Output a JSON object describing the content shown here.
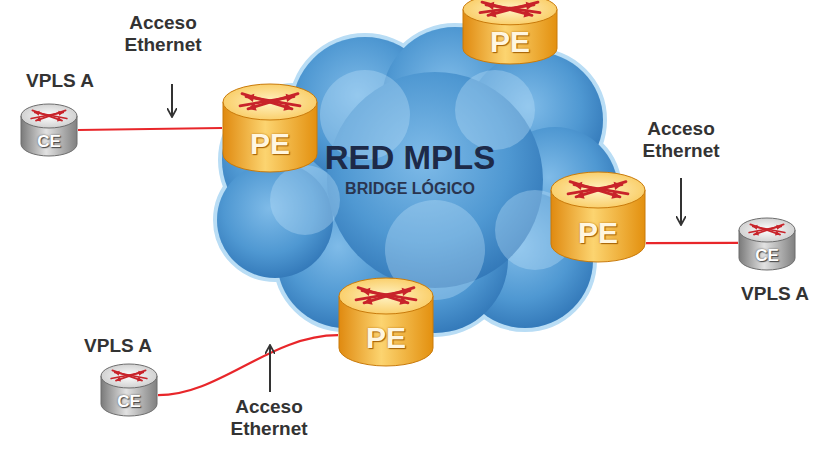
{
  "diagram": {
    "nodes": [
      {
        "text": [
          "RED MPLS",
          "BRIDGE LÓGICO"
        ]
      },
      {
        "text": [
          "PE"
        ]
      },
      {
        "text": [
          "CE"
        ]
      },
      {
        "text": [
          "PE"
        ]
      },
      {
        "text": [
          "PE"
        ]
      },
      {
        "text": [
          "CE"
        ]
      },
      {
        "text": [
          "PE"
        ]
      },
      {
        "text": [
          "CE"
        ]
      }
    ],
    "edges": [
      {
        "from": 2,
        "to": 3,
        "arrow": "none"
      },
      {
        "from": 5,
        "to": 4,
        "arrow": "none"
      },
      {
        "from": 7,
        "to": 6,
        "arrow": "none"
      }
    ],
    "labels": [
      "Acceso Ethernet",
      "VPLS A",
      "Acceso Ethernet",
      "VPLS A",
      "VPLS A",
      "Acceso Ethernet"
    ]
  }
}
